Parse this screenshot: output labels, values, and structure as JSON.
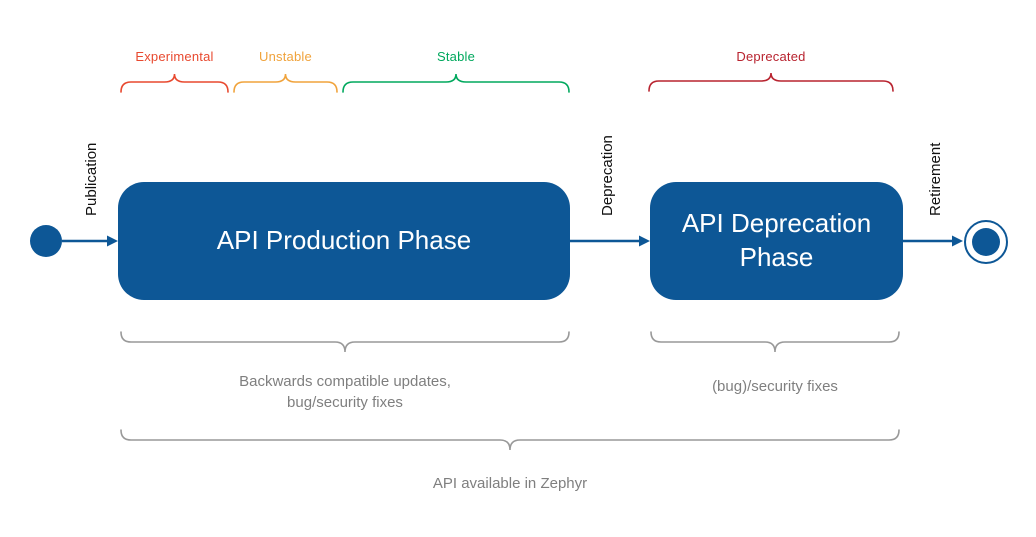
{
  "colors": {
    "primary": "#0d5796",
    "experimental": "#e8492f",
    "unstable": "#f0a33c",
    "stable": "#00a85d",
    "deprecated": "#b8232f",
    "muted": "#999999"
  },
  "lifeline": {
    "experimental": "Experimental",
    "unstable": "Unstable",
    "stable": "Stable",
    "deprecated": "Deprecated"
  },
  "events": {
    "publication": "Publication",
    "deprecation": "Deprecation",
    "retirement": "Retirement"
  },
  "phases": {
    "production": "API Production Phase",
    "deprecation": "API Deprecation Phase"
  },
  "notes": {
    "production_line1": "Backwards compatible updates,",
    "production_line2": "bug/security fixes",
    "deprecation": "(bug)/security fixes",
    "overall": "API available in Zephyr"
  }
}
